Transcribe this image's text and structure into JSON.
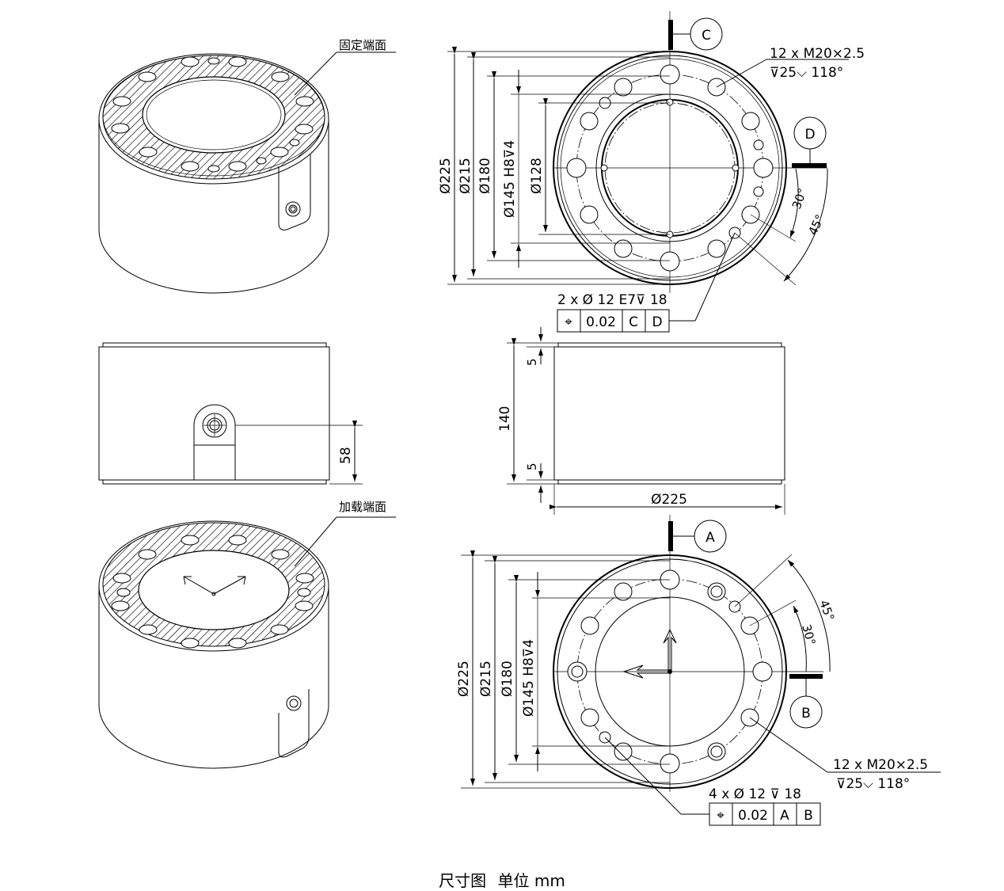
{
  "caption": {
    "title": "尺寸图",
    "unit_label": "单位 mm"
  },
  "iso_top": {
    "label": "固定端面"
  },
  "iso_bottom": {
    "label": "加载端面"
  },
  "side_view": {
    "dim_height_of_connector": "58"
  },
  "front_view": {
    "dim_total_height": "140",
    "dim_top_step": "5",
    "dim_bottom_step": "5",
    "dim_diameter": "Ø225"
  },
  "top_view": {
    "datum_vertical": "C",
    "datum_horizontal": "D",
    "dims": [
      "Ø225",
      "Ø215",
      "Ø180",
      "Ø145 H8⊽4",
      "Ø128"
    ],
    "thread_callout": {
      "line1": "12 x M20×2.5",
      "line2": "⊽25⌵ 118°"
    },
    "angle_small": "30°",
    "angle_large": "45°",
    "pin_callout": "2 x Ø 12 E7⊽ 18",
    "fcf": {
      "symbol": "⌖",
      "tolerance": "0.02",
      "datum1": "C",
      "datum2": "D"
    }
  },
  "bottom_view": {
    "datum_vertical": "A",
    "datum_horizontal": "B",
    "dims": [
      "Ø225",
      "Ø215",
      "Ø180",
      "Ø145 H8⊽4"
    ],
    "thread_callout": {
      "line1": "12 x  M20×2.5",
      "line2": "⊽25⌵ 118°"
    },
    "angle_small": "30°",
    "angle_large": "45°",
    "pin_callout": "4 x Ø 12 ⊽ 18",
    "fcf": {
      "symbol": "⌖",
      "tolerance": "0.02",
      "datum1": "A",
      "datum2": "B"
    }
  }
}
